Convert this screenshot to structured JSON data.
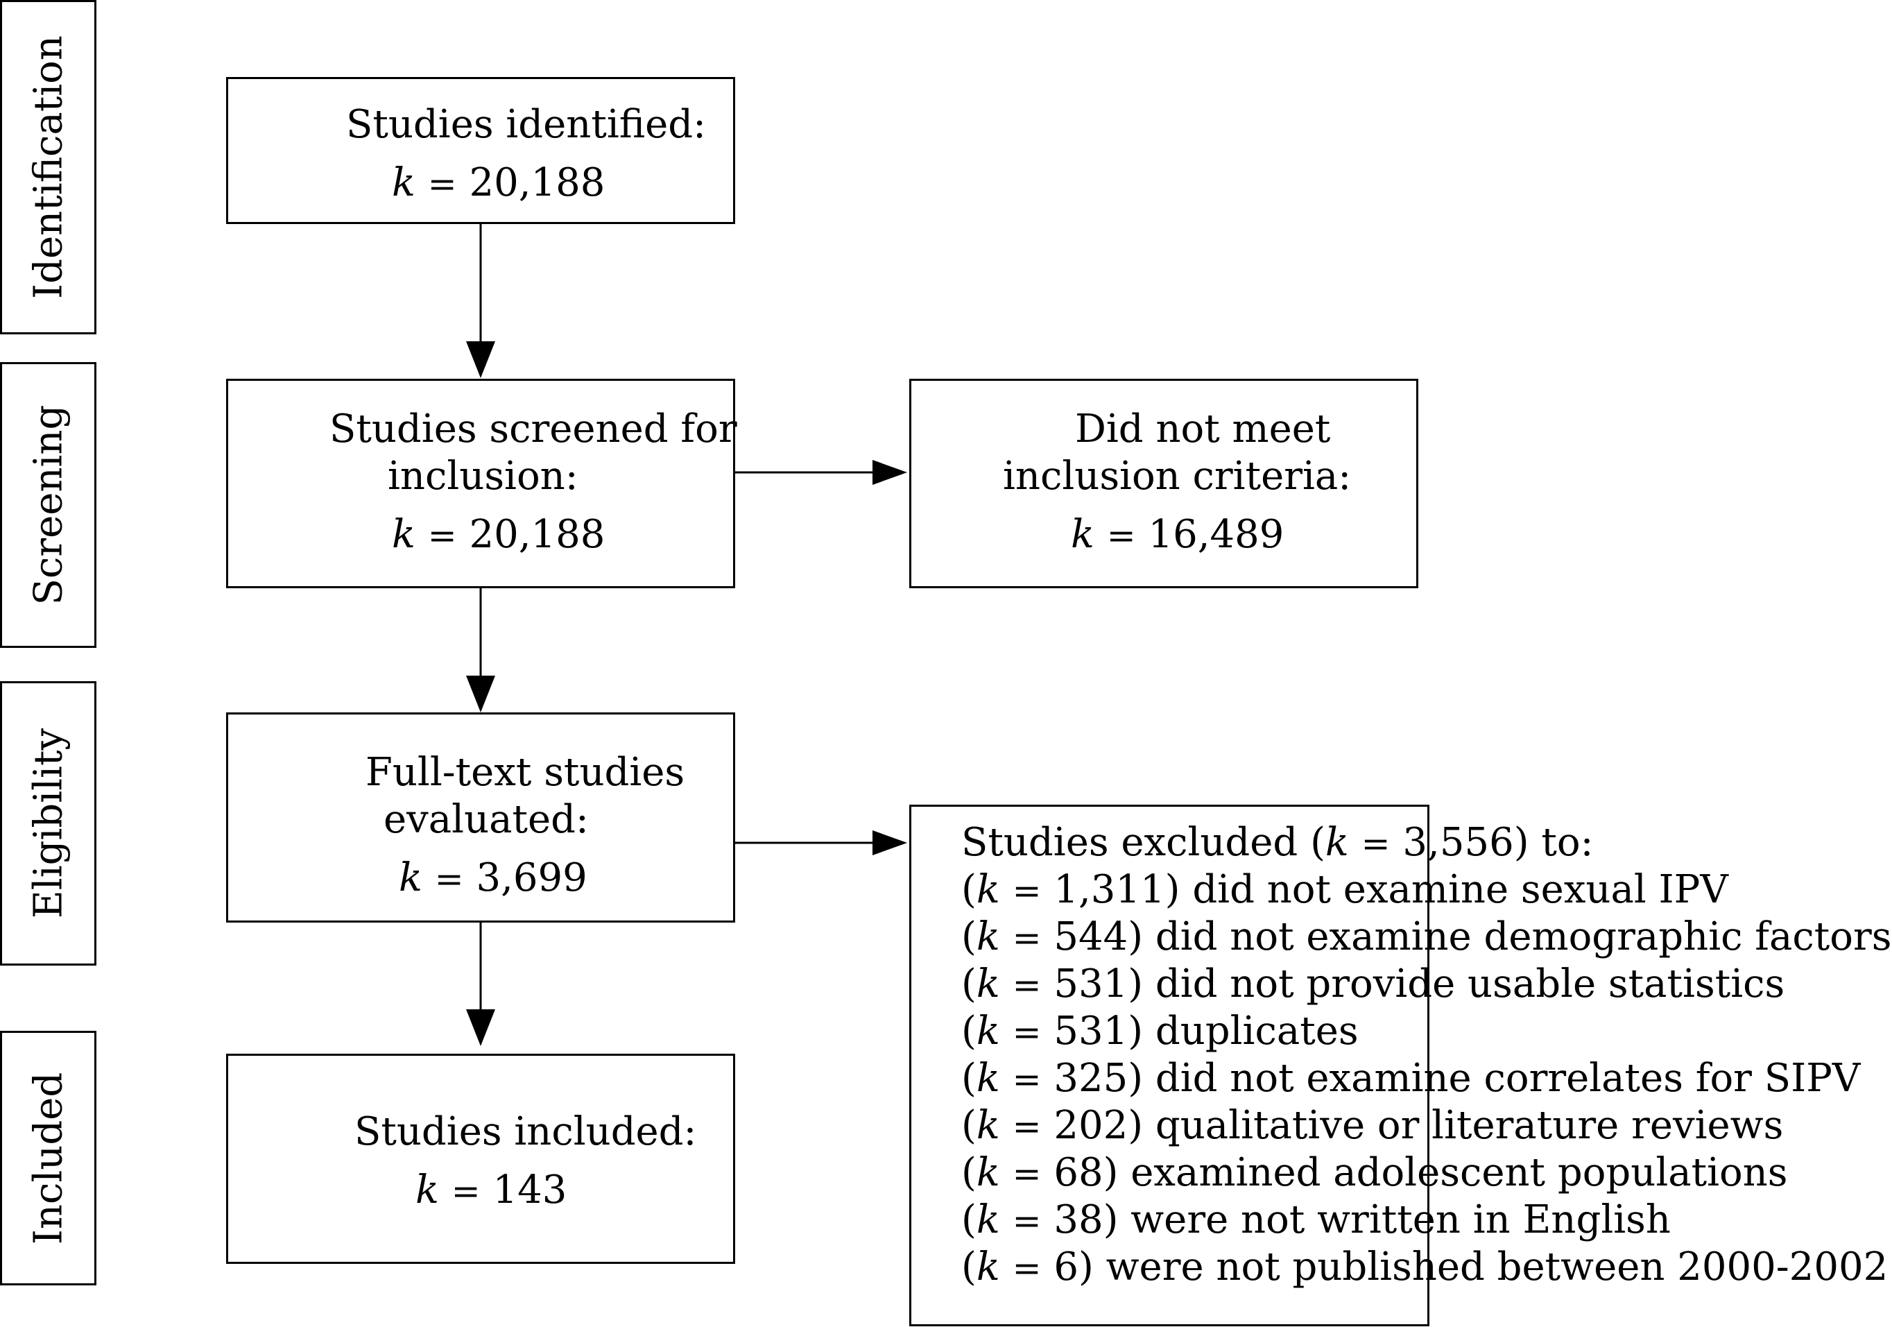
{
  "stages": {
    "identification": "Identification",
    "screening": "Screening",
    "eligibility": "Eligibility",
    "included": "Included"
  },
  "k_symbol": "k",
  "equals": "=",
  "boxes": {
    "identified": {
      "title": "Studies identified:",
      "k": "20,188"
    },
    "screened": {
      "title_line1": "Studies screened for",
      "title_line2": "inclusion:",
      "k": "20,188"
    },
    "not_meet": {
      "title_line1": "Did not meet",
      "title_line2": "inclusion criteria:",
      "k": "16,489"
    },
    "fulltext": {
      "title_line1": "Full-text studies",
      "title_line2": "evaluated:",
      "k": "3,699"
    },
    "included": {
      "title": "Studies included:",
      "k": "143"
    },
    "excluded": {
      "header_prefix": "Studies excluded (",
      "header_k": "3,556",
      "header_suffix": ") to:",
      "reasons": [
        {
          "k": "1,311",
          "text": "did not examine sexual IPV"
        },
        {
          "k": "544",
          "text": "did not examine demographic factors"
        },
        {
          "k": "531",
          "text": "did not provide usable statistics"
        },
        {
          "k": "531",
          "text": "duplicates"
        },
        {
          "k": "325",
          "text": "did not examine correlates for SIPV"
        },
        {
          "k": "202",
          "text": "qualitative or literature reviews"
        },
        {
          "k": "68",
          "text": "examined adolescent populations"
        },
        {
          "k": "38",
          "text": "were not written in English"
        },
        {
          "k": "6",
          "text": "were not published between 2000-2002"
        }
      ]
    }
  }
}
